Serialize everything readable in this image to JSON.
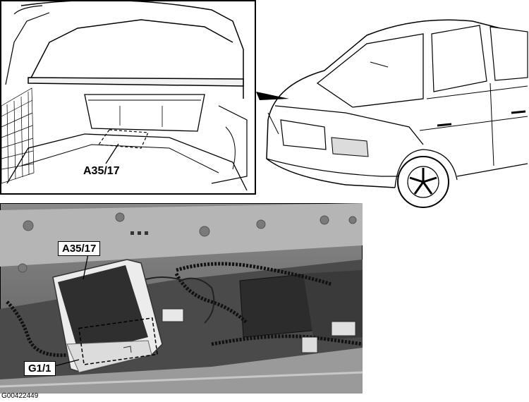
{
  "callouts": {
    "trunk_label": "A35/17",
    "photo_module_label": "A35/17",
    "photo_battery_label": "G1/1"
  },
  "figure_code": "G00422449"
}
